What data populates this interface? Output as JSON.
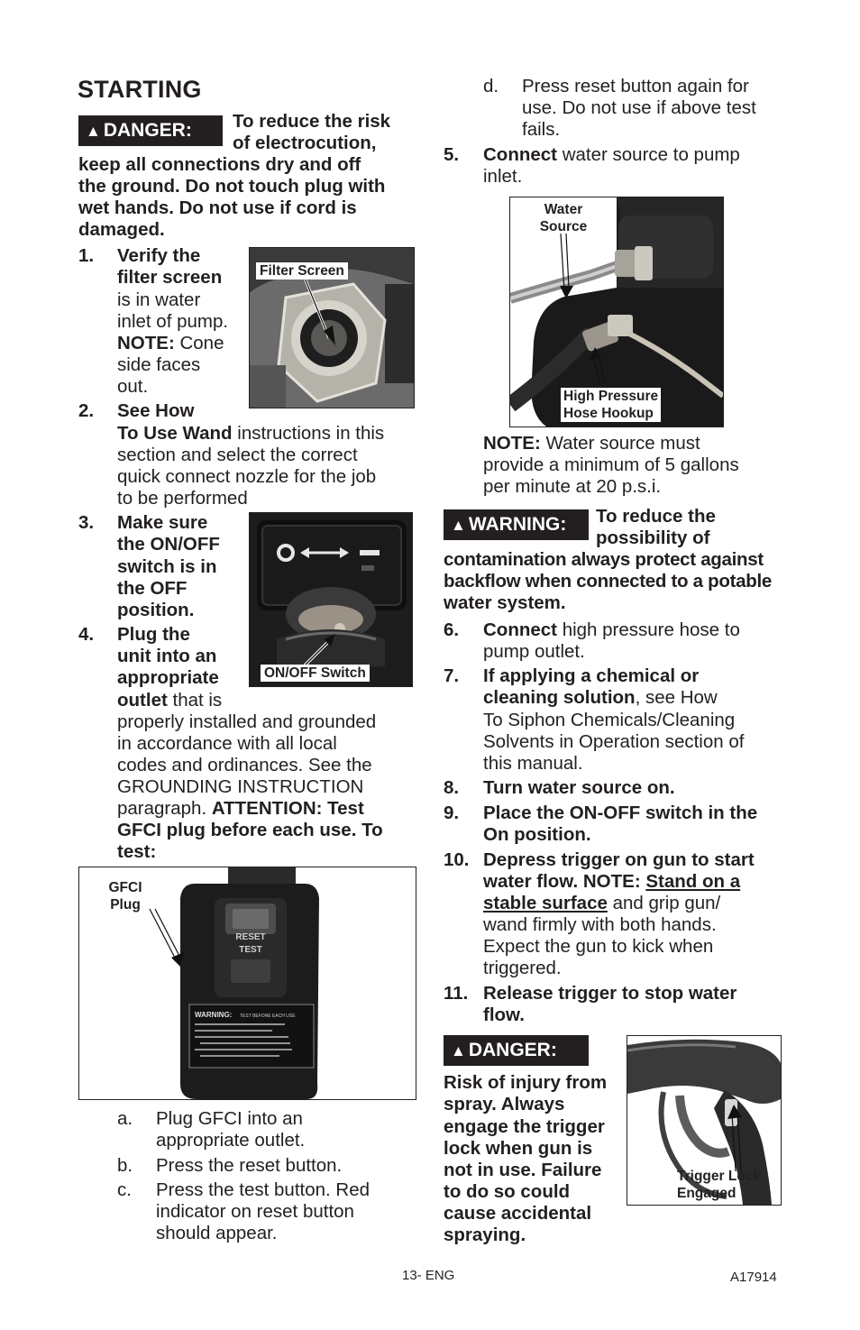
{
  "title": "STARTING",
  "danger1": {
    "badge": "DANGER:",
    "l1": "To reduce the risk",
    "l2": "of electrocution,",
    "l3": "keep all connections dry and off",
    "l4": "the ground. Do not touch plug with",
    "l5": "wet hands. Do not use if cord is",
    "l6": "damaged."
  },
  "step1": {
    "num": "1.",
    "l1": "Verify the",
    "l2": "filter screen",
    "l3": "is in water",
    "l4": "inlet of pump.",
    "note_label": "NOTE:",
    "l5": " Cone",
    "l6": "side faces",
    "l7": "out."
  },
  "step2": {
    "num": "2.",
    "l1": "See How",
    "l2b": "To Use Wand",
    "l2": " instructions in this",
    "l3": "section and select the correct",
    "l4": "quick connect nozzle for the job",
    "l5": "to be performed"
  },
  "step3": {
    "num": "3.",
    "l1": "Make sure",
    "l2": "the ON/OFF",
    "l3": "switch is in",
    "l4": "the OFF",
    "l5": "position."
  },
  "step4": {
    "num": "4.",
    "l1": "Plug the",
    "l2": "unit into an",
    "l3": "appropriate",
    "l4b": "outlet",
    "l4": " that is",
    "l5": "properly installed and grounded",
    "l6": "in accordance with all local",
    "l7": "codes and ordinances. See the",
    "l8": "GROUNDING INSTRUCTION",
    "l9": "paragraph. ",
    "l9b": "ATTENTION: Test",
    "l10": "GFCI plug before each use. To",
    "l11": "test:"
  },
  "sub": {
    "a_l": "a.",
    "a1": "Plug GFCI into an",
    "a2": "appropriate outlet.",
    "b_l": "b.",
    "b1": "Press the reset button.",
    "c_l": "c.",
    "c1": "Press the test button. Red",
    "c2": "indicator on reset button",
    "c3": "should appear.",
    "d_l": "d.",
    "d1": "Press reset button again for",
    "d2": "use. Do not use if above test",
    "d3": "fails."
  },
  "step5": {
    "num": "5.",
    "b": "Connect",
    "l1": " water source to pump",
    "l2": "inlet."
  },
  "note_water": {
    "label": "NOTE:",
    "l1": " Water source must",
    "l2": "provide a minimum of 5 gallons",
    "l3": "per minute at 20 p.s.i."
  },
  "warning": {
    "badge": "WARNING:",
    "l1": "To reduce the",
    "l2": "possibility of",
    "l3": "contamination always protect against",
    "l4": "backflow when connected to a potable",
    "l5": "water system."
  },
  "step6": {
    "num": "6.",
    "b": "Connect",
    "l1": " high pressure hose to",
    "l2": "pump outlet."
  },
  "step7": {
    "num": "7.",
    "l1": "If applying a chemical or",
    "l2b": "cleaning solution",
    "l2": ", see How",
    "l3": "To Siphon Chemicals/Cleaning",
    "l4": "Solvents in Operation section of",
    "l5": "this manual."
  },
  "step8": {
    "num": "8.",
    "l1": "Turn water source on."
  },
  "step9": {
    "num": "9.",
    "l1": "Place the ON-OFF switch in the",
    "l2": "On position."
  },
  "step10": {
    "num": "10.",
    "l1": "Depress trigger on gun to start",
    "l2a": "water flow. NOTE: ",
    "l2u": "Stand on a ",
    "l3u": "stable surface",
    "l3": " and grip gun/",
    "l4": "wand firmly with both hands.",
    "l5": "Expect the gun to kick when",
    "l6": "triggered."
  },
  "step11": {
    "num": "11.",
    "l1": "Release trigger to stop water",
    "l2": "flow."
  },
  "danger2": {
    "badge": "DANGER:",
    "l1": "Risk of injury from",
    "l2": "spray. Always",
    "l3": "engage the trigger",
    "l4": "lock when gun is",
    "l5": "not in use. Failure",
    "l6": "to do so could",
    "l7": "cause accidental",
    "l8": "spraying."
  },
  "callouts": {
    "filter": "Filter Screen",
    "switch": "ON/OFF Switch",
    "gfci1": "GFCI",
    "gfci2": "Plug",
    "water1": "Water",
    "water2": "Source",
    "hp1": "High Pressure",
    "hp2": "Hose Hookup",
    "trig1": "Trigger Lock",
    "trig2": "Engaged"
  },
  "gfci_labels": {
    "reset": "RESET",
    "test": "TEST",
    "warn_title": "WARNING:",
    "warn_sub": "TEST BEFORE EACH USE"
  },
  "footer": {
    "page": "13- ENG",
    "code": "A17914"
  }
}
